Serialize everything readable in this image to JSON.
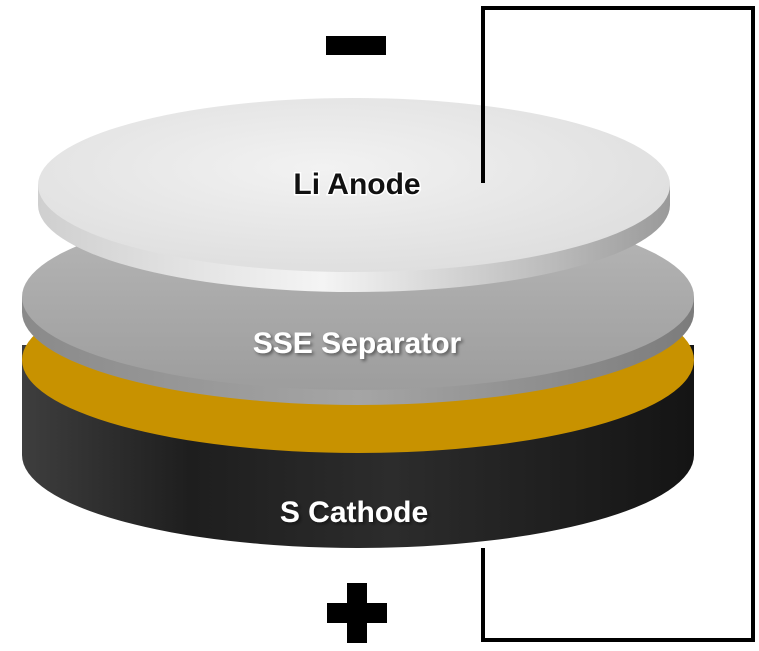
{
  "layers": {
    "anode_label": "Li Anode",
    "separator_label": "SSE Separator",
    "cathode_label": "S Cathode"
  },
  "terminals": {
    "negative_icon": "minus-sign",
    "positive_icon": "plus-sign"
  },
  "colors": {
    "anode": "#e8e8e8",
    "separator": "#a9a9a9",
    "interlayer": "#c89200",
    "cathode": "#262626",
    "wire": "#000000",
    "anode_text": "#111111",
    "light_text": "#ffffff"
  }
}
